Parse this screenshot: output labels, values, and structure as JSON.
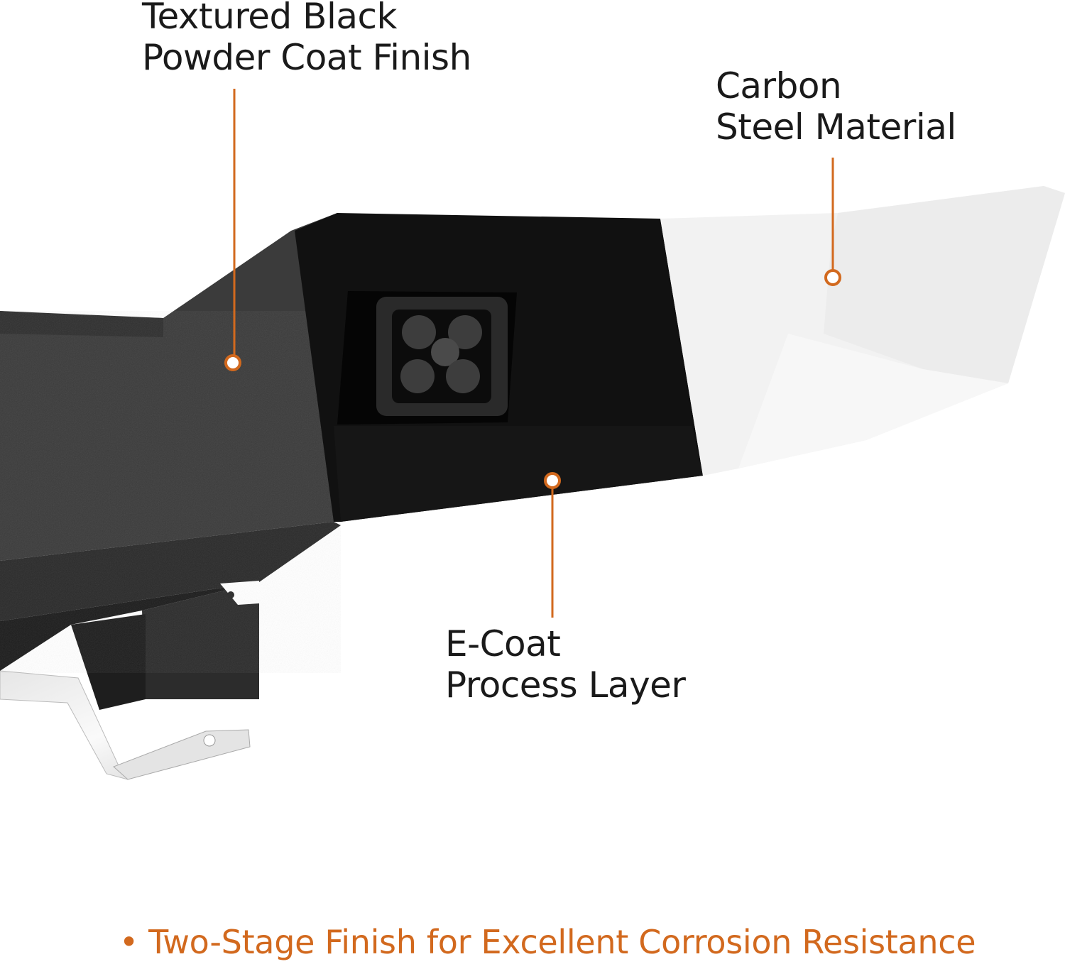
{
  "callouts": {
    "powder_coat": {
      "line1": "Textured Black",
      "line2": "Powder Coat Finish"
    },
    "carbon_steel": {
      "line1": "Carbon",
      "line2": "Steel Material"
    },
    "ecoat": {
      "line1": "E-Coat",
      "line2": "Process Layer"
    }
  },
  "footer": {
    "bullet": "•",
    "text": "Two-Stage Finish for Excellent Corrosion Resistance"
  },
  "colors": {
    "accent": "#d2691e",
    "text": "#1a1a1a"
  }
}
